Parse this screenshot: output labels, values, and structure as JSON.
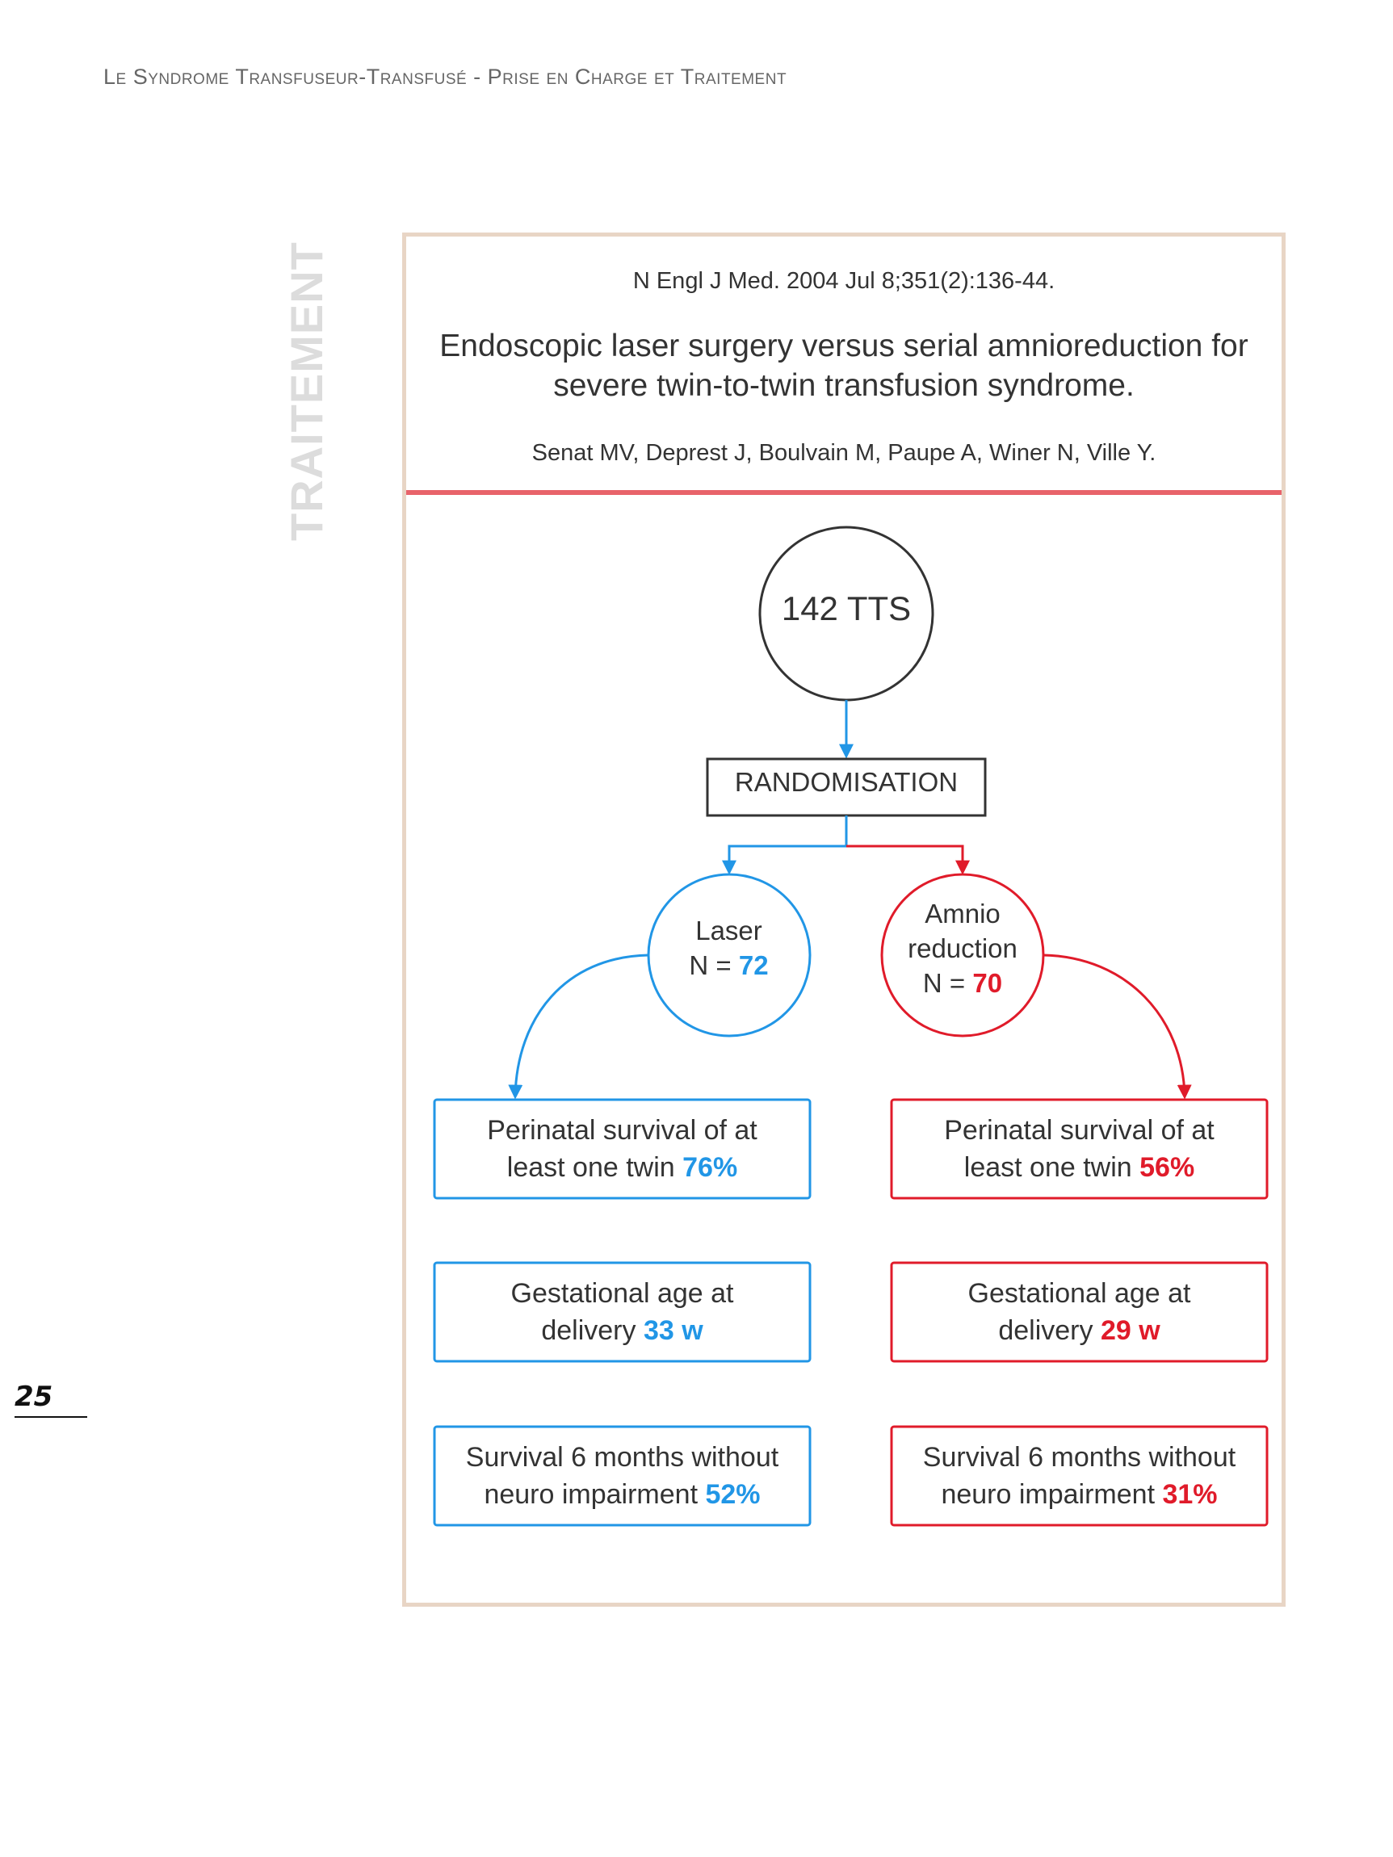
{
  "header": {
    "running_title": "Le Syndrome Transfuseur-Transfusé - Prise en Charge et Traitement",
    "side_label": "TRAITEMENT",
    "page_number": "25"
  },
  "study": {
    "citation": "N Engl J Med. 2004 Jul 8;351(2):136-44.",
    "title_line1": "Endoscopic laser surgery versus serial amnioreduction for",
    "title_line2": "severe twin-to-twin transfusion syndrome.",
    "authors": "Senat MV, Deprest J, Boulvain M, Paupe A, Winer N, Ville Y."
  },
  "flow": {
    "root": "142 TTS",
    "randomisation": "RANDOMISATION",
    "laser": {
      "label": "Laser",
      "n_prefix": "N = ",
      "n_value": "72",
      "outcomes": [
        {
          "line1": "Perinatal survival of at",
          "line2": "least one twin ",
          "value": "76%"
        },
        {
          "line1": "Gestational age at",
          "line2": "delivery ",
          "value": "33 w"
        },
        {
          "line1": "Survival 6 months without",
          "line2": "neuro impairment ",
          "value": "52%"
        }
      ]
    },
    "amnio": {
      "label_line1": "Amnio",
      "label_line2": "reduction",
      "n_prefix": "N = ",
      "n_value": "70",
      "outcomes": [
        {
          "line1": "Perinatal survival of at",
          "line2": "least one twin ",
          "value": "56%"
        },
        {
          "line1": "Gestational age at",
          "line2": "delivery ",
          "value": "29 w"
        },
        {
          "line1": "Survival 6 months without",
          "line2": "neuro impairment ",
          "value": "31%"
        }
      ]
    }
  },
  "colors": {
    "laser": "#2196e6",
    "amnio": "#e01b2a",
    "frame": "#e8d5c5",
    "divider": "#e8636a"
  }
}
